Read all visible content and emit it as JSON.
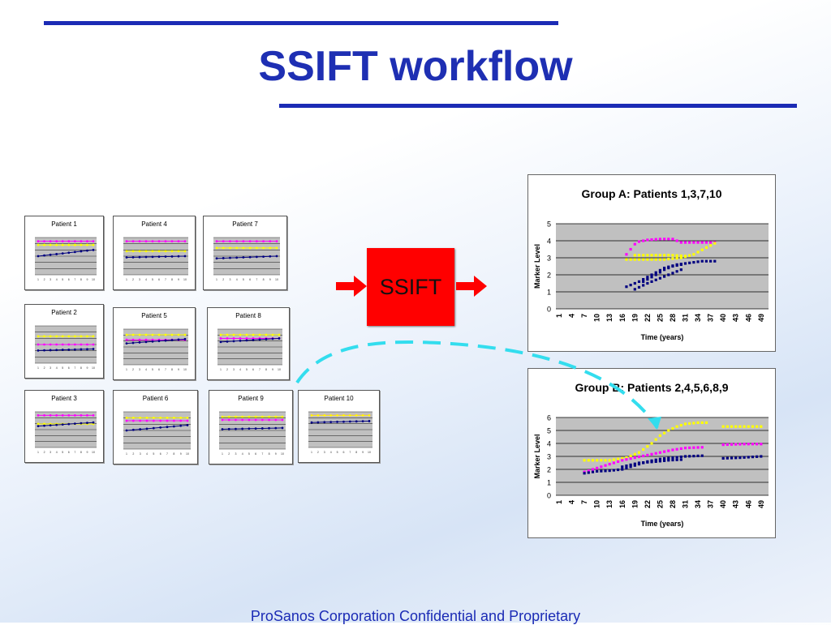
{
  "title": "SSIFT workflow",
  "footer": "ProSanos Corporation Confidential and Proprietary",
  "ssift_label": "SSIFT",
  "colors": {
    "accent": "#1b2bb5",
    "box": "#ff0000",
    "dash": "#33ddee",
    "magenta": "#ff00ff",
    "yellow": "#ffff00",
    "navy": "#000080"
  },
  "patients": [
    {
      "title": "Patient 1",
      "ymax": 3,
      "series": [
        2.7,
        2.4,
        1.5,
        2.0
      ]
    },
    {
      "title": "Patient 4",
      "ymax": 6,
      "series": [
        5.4,
        3.8,
        2.8,
        3.0
      ]
    },
    {
      "title": "Patient 7",
      "ymax": 5,
      "series": [
        4.5,
        3.6,
        2.2,
        2.5
      ]
    },
    {
      "title": "Patient 2",
      "ymax": 5,
      "series": [
        2.5,
        3.6,
        1.7,
        1.9
      ]
    },
    {
      "title": "Patient 5",
      "ymax": 5,
      "series": [
        3.5,
        4.2,
        3.0,
        3.6
      ]
    },
    {
      "title": "Patient 8",
      "ymax": 5,
      "series": [
        3.7,
        4.2,
        3.2,
        3.7
      ]
    },
    {
      "title": "Patient 3",
      "ymax": 5,
      "series": [
        4.5,
        3.3,
        3.0,
        3.5
      ]
    },
    {
      "title": "Patient 6",
      "ymax": 5,
      "series": [
        3.8,
        4.2,
        2.5,
        3.2
      ]
    },
    {
      "title": "Patient 9",
      "ymax": 6,
      "series": [
        4.7,
        5.2,
        3.2,
        3.4
      ]
    },
    {
      "title": "Patient 10",
      "ymax": 5,
      "series": [
        4.5,
        4.5,
        3.5,
        3.7
      ]
    }
  ],
  "chart_data": [
    {
      "type": "scatter",
      "title": "Group A: Patients 1,3,7,10",
      "xlabel": "Time (years)",
      "ylabel": "Marker Level",
      "ylim": [
        0,
        5
      ],
      "yticks": [
        "0",
        "1",
        "2",
        "3",
        "4",
        "5"
      ],
      "xticks": [
        "1",
        "4",
        "7",
        "10",
        "13",
        "16",
        "19",
        "22",
        "25",
        "28",
        "31",
        "34",
        "37",
        "40",
        "43",
        "46",
        "49"
      ],
      "grid": true,
      "series": [
        {
          "color": "#ff00ff",
          "points": [
            [
              17,
              3.2
            ],
            [
              19,
              3.8
            ],
            [
              20,
              3.95
            ],
            [
              22,
              4.05
            ],
            [
              25,
              4.1
            ],
            [
              28,
              4.1
            ],
            [
              30,
              3.9
            ],
            [
              34,
              3.9
            ],
            [
              38,
              3.9
            ]
          ]
        },
        {
          "color": "#ffff00",
          "points": [
            [
              17,
              2.9
            ],
            [
              22,
              2.9
            ],
            [
              26,
              2.9
            ],
            [
              30,
              3.0
            ],
            [
              33,
              3.2
            ],
            [
              36,
              3.6
            ],
            [
              38,
              3.85
            ]
          ]
        },
        {
          "color": "#ffff00",
          "points": [
            [
              19,
              3.15
            ],
            [
              24,
              3.15
            ],
            [
              28,
              3.15
            ],
            [
              31,
              3.1
            ]
          ]
        },
        {
          "color": "#000080",
          "points": [
            [
              17,
              1.3
            ],
            [
              20,
              1.6
            ],
            [
              23,
              2.0
            ],
            [
              26,
              2.4
            ],
            [
              29,
              2.6
            ],
            [
              32,
              2.7
            ],
            [
              35,
              2.8
            ],
            [
              38,
              2.8
            ]
          ]
        },
        {
          "color": "#000080",
          "points": [
            [
              19,
              1.15
            ],
            [
              22,
              1.5
            ],
            [
              25,
              1.8
            ],
            [
              28,
              2.1
            ],
            [
              30,
              2.3
            ]
          ]
        },
        {
          "color": "#000080",
          "points": [
            [
              21,
              1.6
            ],
            [
              24,
              2.0
            ],
            [
              26,
              2.3
            ],
            [
              28,
              2.5
            ],
            [
              30,
              2.6
            ]
          ]
        }
      ]
    },
    {
      "type": "scatter",
      "title": "Group B: Patients 2,4,5,6,8,9",
      "xlabel": "Time (years)",
      "ylabel": "Marker Level",
      "ylim": [
        0,
        6
      ],
      "yticks": [
        "0",
        "1",
        "2",
        "3",
        "4",
        "5",
        "6"
      ],
      "xticks": [
        "1",
        "4",
        "7",
        "10",
        "13",
        "16",
        "19",
        "22",
        "25",
        "28",
        "31",
        "34",
        "37",
        "40",
        "43",
        "46",
        "49"
      ],
      "grid": true,
      "series": [
        {
          "color": "#ffff00",
          "points": [
            [
              7,
              2.7
            ],
            [
              13,
              2.7
            ],
            [
              17,
              2.9
            ],
            [
              20,
              3.3
            ],
            [
              23,
              4.0
            ],
            [
              25,
              4.6
            ],
            [
              27,
              5.0
            ],
            [
              29,
              5.3
            ],
            [
              31,
              5.5
            ],
            [
              34,
              5.6
            ],
            [
              36,
              5.6
            ]
          ]
        },
        {
          "color": "#ffff00",
          "points": [
            [
              40,
              5.3
            ],
            [
              45,
              5.3
            ],
            [
              49,
              5.3
            ]
          ]
        },
        {
          "color": "#ff00ff",
          "points": [
            [
              7,
              1.8
            ],
            [
              10,
              2.1
            ],
            [
              13,
              2.4
            ],
            [
              16,
              2.7
            ],
            [
              19,
              2.9
            ],
            [
              22,
              3.1
            ],
            [
              25,
              3.3
            ],
            [
              28,
              3.5
            ],
            [
              31,
              3.65
            ],
            [
              35,
              3.7
            ]
          ]
        },
        {
          "color": "#ff00ff",
          "points": [
            [
              40,
              3.9
            ],
            [
              45,
              3.95
            ],
            [
              49,
              3.95
            ]
          ]
        },
        {
          "color": "#000080",
          "points": [
            [
              7,
              1.7
            ],
            [
              10,
              1.85
            ],
            [
              13,
              1.9
            ],
            [
              16,
              2.0
            ],
            [
              19,
              2.3
            ],
            [
              22,
              2.6
            ],
            [
              25,
              2.8
            ],
            [
              28,
              2.9
            ],
            [
              31,
              3.0
            ],
            [
              35,
              3.05
            ]
          ]
        },
        {
          "color": "#000080",
          "points": [
            [
              16,
              2.2
            ],
            [
              20,
              2.5
            ],
            [
              24,
              2.6
            ],
            [
              27,
              2.7
            ],
            [
              30,
              2.75
            ]
          ]
        },
        {
          "color": "#000080",
          "points": [
            [
              40,
              2.85
            ],
            [
              44,
              2.9
            ],
            [
              49,
              3.0
            ]
          ]
        }
      ]
    }
  ]
}
